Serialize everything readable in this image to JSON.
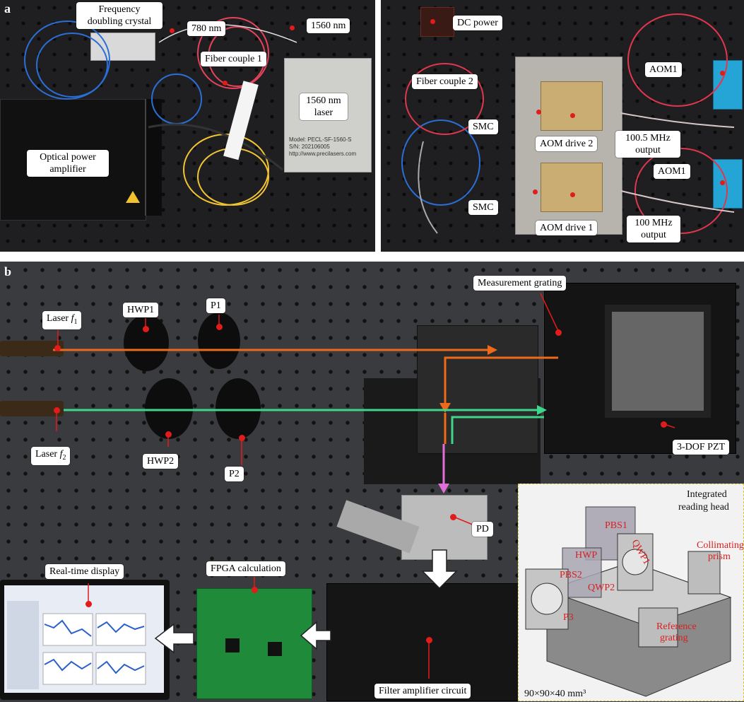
{
  "panel_a": {
    "letter": "a",
    "left_labels": {
      "frequency_doubling_crystal": "Frequency doubling crystal",
      "wl_780": "780 nm",
      "wl_1560": "1560 nm",
      "fiber_couple_1": "Fiber couple 1",
      "laser_1560": "1560 nm laser",
      "optical_power_amplifier": "Optical power amplifier",
      "laser_plate_model": "Model: PECL-SF-1560-S",
      "laser_plate_sn": "S/N: 202106005",
      "laser_plate_url": "http://www.precilasers.com"
    },
    "right_labels": {
      "dc_power": "DC power",
      "fiber_couple_2": "Fiber couple 2",
      "smc_top": "SMC",
      "smc_bottom": "SMC",
      "aom_drive_2": "AOM drive 2",
      "aom_drive_1": "AOM drive 1",
      "aom1_top": "AOM1",
      "aom1_bottom": "AOM1",
      "output_100_5": "100.5 MHz output",
      "output_100": "100 MHz output"
    }
  },
  "panel_b": {
    "letter": "b",
    "labels": {
      "laser_f1_prefix": "Laser ",
      "laser_f1_var": "f",
      "laser_f1_sub": "1",
      "laser_f2_prefix": "Laser ",
      "laser_f2_var": "f",
      "laser_f2_sub": "2",
      "hwp1": "HWP1",
      "hwp2": "HWP2",
      "p1": "P1",
      "p2": "P2",
      "measurement_grating": "Measurement grating",
      "pzt": "3-DOF PZT",
      "pd": "PD",
      "real_time_display": "Real-time display",
      "fpga_calculation": "FPGA calculation",
      "filter_amplifier_circuit": "Filter amplifier circuit"
    },
    "inset": {
      "title": "Integrated reading head",
      "dimensions": "90×90×40 mm³",
      "parts": {
        "pbs1": "PBS1",
        "hwp": "HWP",
        "qwp1": "QWP1",
        "pbs2": "PBS2",
        "qwp2": "QWP2",
        "collimating_prism": "Collimating prism",
        "p3": "P3",
        "reference_grating": "Reference grating"
      }
    },
    "colors": {
      "beam_f1": "#ee6a1a",
      "beam_f2": "#3ed68a",
      "beam_combined": "#e070d8",
      "pointer": "#e21b1b",
      "pcb_green": "#1f8a3a",
      "pcb_black": "#1a1a1a"
    }
  }
}
